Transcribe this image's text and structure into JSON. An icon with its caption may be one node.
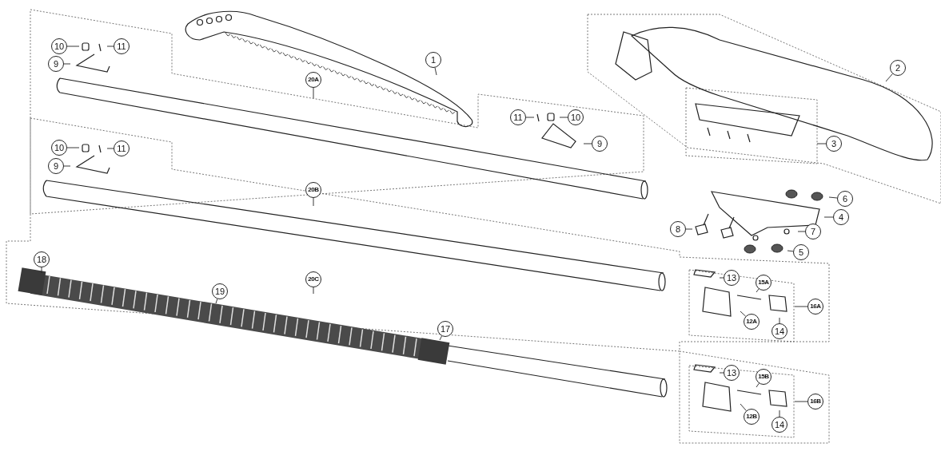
{
  "diagram": {
    "nodes": [
      {
        "text": [
          "1"
        ]
      },
      {
        "text": [
          "2"
        ]
      },
      {
        "text": [
          "3"
        ]
      },
      {
        "text": [
          "4"
        ]
      },
      {
        "text": [
          "5"
        ]
      },
      {
        "text": [
          "6"
        ]
      },
      {
        "text": [
          "7"
        ]
      },
      {
        "text": [
          "8"
        ]
      },
      {
        "text": [
          "9"
        ]
      },
      {
        "text": [
          "10"
        ]
      },
      {
        "text": [
          "11"
        ]
      },
      {
        "text": [
          "20A"
        ]
      },
      {
        "text": [
          "11"
        ]
      },
      {
        "text": [
          "10"
        ]
      },
      {
        "text": [
          "9"
        ]
      },
      {
        "text": [
          "10"
        ]
      },
      {
        "text": [
          "11"
        ]
      },
      {
        "text": [
          "9"
        ]
      },
      {
        "text": [
          "20B"
        ]
      },
      {
        "text": [
          "18"
        ]
      },
      {
        "text": [
          "19"
        ]
      },
      {
        "text": [
          "20C"
        ]
      },
      {
        "text": [
          "17"
        ]
      },
      {
        "text": [
          "13"
        ]
      },
      {
        "text": [
          "15A"
        ]
      },
      {
        "text": [
          "16A"
        ]
      },
      {
        "text": [
          "12A"
        ]
      },
      {
        "text": [
          "14"
        ]
      },
      {
        "text": [
          "13"
        ]
      },
      {
        "text": [
          "15B"
        ]
      },
      {
        "text": [
          "16B"
        ]
      },
      {
        "text": [
          "12B"
        ]
      },
      {
        "text": [
          "14"
        ]
      }
    ],
    "edges": [
      {
        "from": 0,
        "to": null,
        "arrow": "none"
      },
      {
        "from": 1,
        "to": null,
        "arrow": "none"
      },
      {
        "from": 2,
        "to": null,
        "arrow": "none"
      },
      {
        "from": 3,
        "to": null,
        "arrow": "none"
      },
      {
        "from": 4,
        "to": null,
        "arrow": "none"
      },
      {
        "from": 5,
        "to": null,
        "arrow": "none"
      },
      {
        "from": 6,
        "to": null,
        "arrow": "none"
      },
      {
        "from": 7,
        "to": null,
        "arrow": "none"
      },
      {
        "from": 8,
        "to": null,
        "arrow": "none"
      },
      {
        "from": 9,
        "to": null,
        "arrow": "none"
      },
      {
        "from": 10,
        "to": null,
        "arrow": "none"
      },
      {
        "from": 11,
        "to": null,
        "arrow": "none"
      },
      {
        "from": 12,
        "to": null,
        "arrow": "none"
      },
      {
        "from": 13,
        "to": null,
        "arrow": "none"
      },
      {
        "from": 14,
        "to": null,
        "arrow": "none"
      },
      {
        "from": 15,
        "to": null,
        "arrow": "none"
      },
      {
        "from": 16,
        "to": null,
        "arrow": "none"
      },
      {
        "from": 17,
        "to": null,
        "arrow": "none"
      },
      {
        "from": 18,
        "to": null,
        "arrow": "none"
      },
      {
        "from": 19,
        "to": null,
        "arrow": "none"
      },
      {
        "from": 20,
        "to": null,
        "arrow": "none"
      },
      {
        "from": 21,
        "to": null,
        "arrow": "none"
      },
      {
        "from": 22,
        "to": null,
        "arrow": "none"
      },
      {
        "from": 23,
        "to": null,
        "arrow": "none"
      },
      {
        "from": 24,
        "to": null,
        "arrow": "none"
      },
      {
        "from": 25,
        "to": null,
        "arrow": "none"
      },
      {
        "from": 26,
        "to": null,
        "arrow": "none"
      },
      {
        "from": 27,
        "to": null,
        "arrow": "none"
      },
      {
        "from": 28,
        "to": null,
        "arrow": "none"
      },
      {
        "from": 29,
        "to": null,
        "arrow": "none"
      },
      {
        "from": 30,
        "to": null,
        "arrow": "none"
      },
      {
        "from": 31,
        "to": null,
        "arrow": "none"
      },
      {
        "from": 32,
        "to": null,
        "arrow": "none"
      }
    ]
  }
}
